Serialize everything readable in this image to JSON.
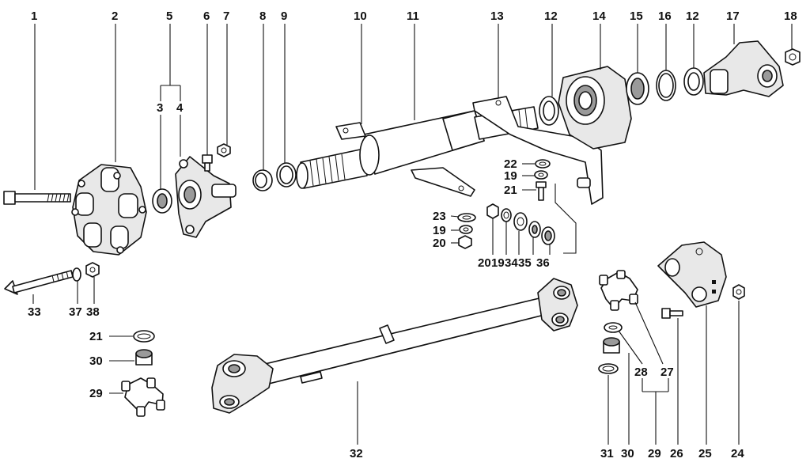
{
  "labels": {
    "l1": "1",
    "l2": "2",
    "l3": "3",
    "l4": "4",
    "l5": "5",
    "l6": "6",
    "l7": "7",
    "l8": "8",
    "l9": "9",
    "l10": "10",
    "l11": "11",
    "l12a": "12",
    "l12b": "12",
    "l13": "13",
    "l14": "14",
    "l15": "15",
    "l16": "16",
    "l17": "17",
    "l18": "18",
    "l22": "22",
    "l19a": "19",
    "l21a": "21",
    "l23": "23",
    "l19b": "19",
    "l20a": "20",
    "l20b": "20",
    "l19c": "19",
    "l34": "34",
    "l35": "35",
    "l36": "36",
    "l33": "33",
    "l37": "37",
    "l38": "38",
    "l21b": "21",
    "l30a": "30",
    "l29a": "29",
    "l32": "32",
    "l31": "31",
    "l30b": "30",
    "l29b": "29",
    "l26": "26",
    "l25": "25",
    "l24": "24",
    "l28": "28",
    "l27": "27"
  }
}
